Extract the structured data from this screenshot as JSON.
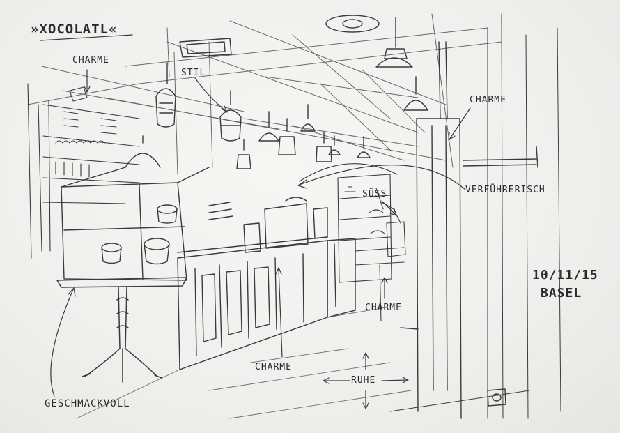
{
  "sketch": {
    "title": "»XOCOLATL«",
    "notes": {
      "charme_top_left": "CHARME",
      "stil": "STIL",
      "charme_right": "CHARME",
      "verfuehrerisch": "VERFÜHRERISCH",
      "suess": "SÜSS",
      "charme_aisle": "CHARME",
      "charme_counter": "CHARME",
      "ruhe": "RUHE",
      "geschmackvoll": "GESCHMACKVOLL"
    },
    "date": "10/11/15",
    "place": "BASEL"
  },
  "colors": {
    "paper": "#f1f1ef",
    "pencil": "#2b2b2b"
  }
}
